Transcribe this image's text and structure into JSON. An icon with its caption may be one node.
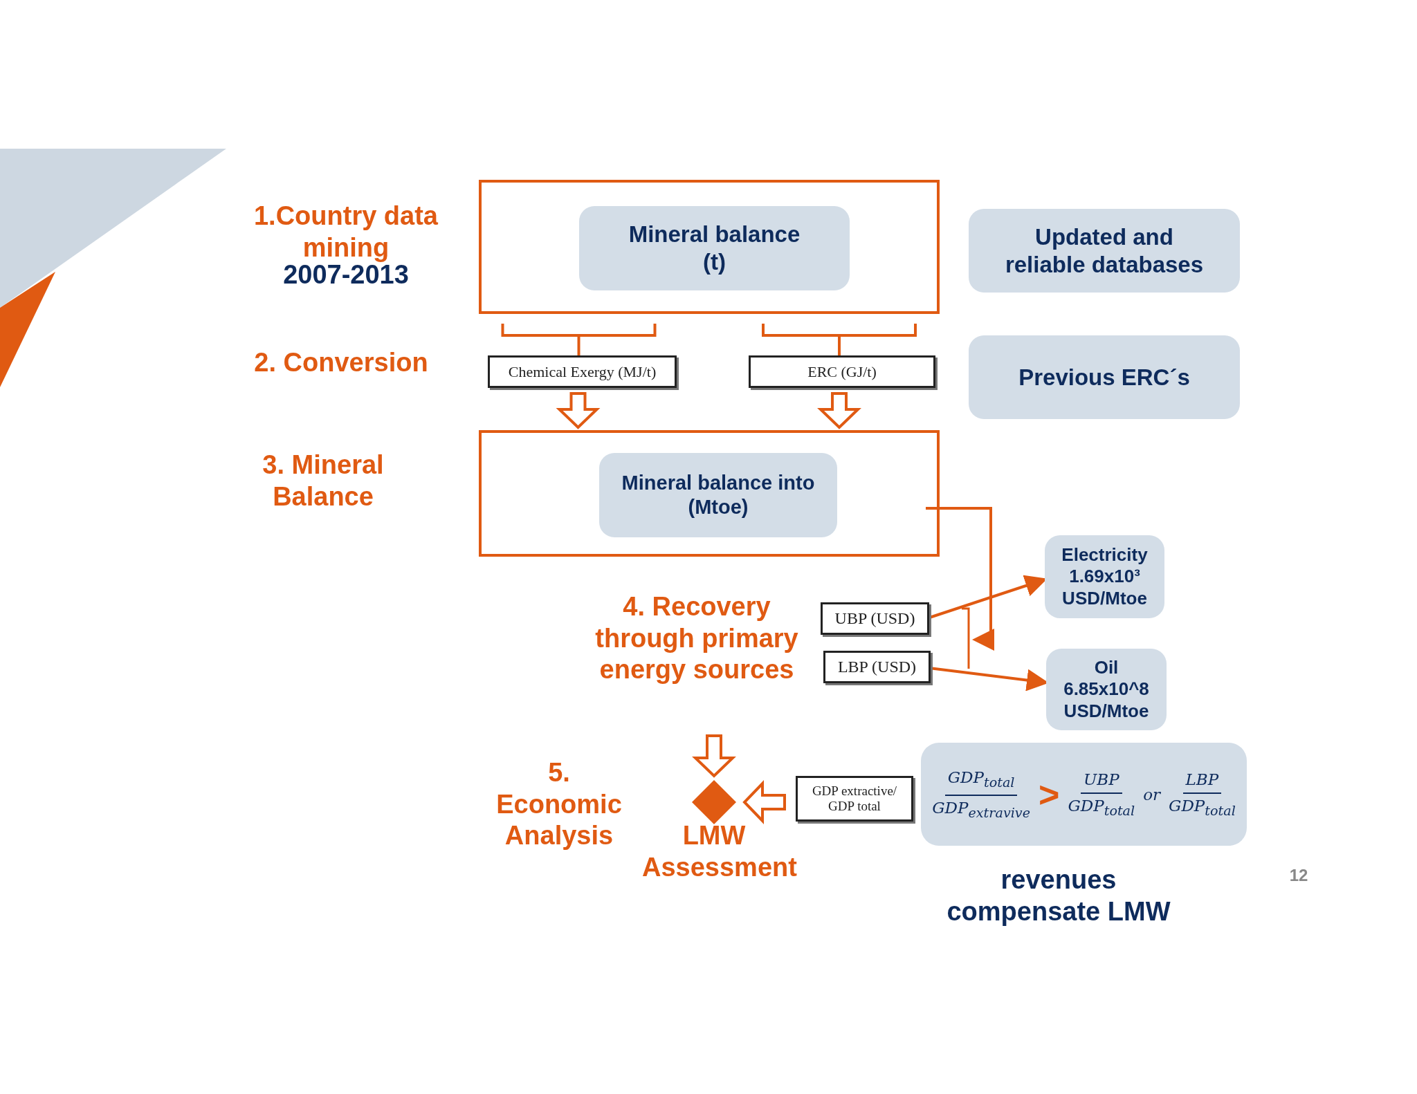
{
  "diagram": {
    "nodes": [
      {
        "text": [],
        "shape": "box"
      },
      {
        "text": [
          "Mineral balance (t)"
        ],
        "in": 0
      },
      {
        "text": [
          "Chemical Exergy (MJ/t)"
        ]
      },
      {
        "text": [
          "ERC (GJ/t)"
        ]
      },
      {
        "text": [],
        "shape": "box"
      },
      {
        "text": [
          "Mineral balance into (Mtoe)"
        ],
        "in": 4
      },
      {
        "text": [
          "Updated and reliable databases"
        ]
      },
      {
        "text": [
          "Previous ERC´s"
        ]
      },
      {
        "text": [
          "UBP (USD)"
        ]
      },
      {
        "text": [
          "LBP (USD)"
        ]
      },
      {
        "text": [
          "Electricity 1.69x10³ USD/Mtoe"
        ]
      },
      {
        "text": [
          "Oil 6.85x10^8 USD/Mtoe"
        ]
      },
      {
        "text": [],
        "shape": "diamond",
        "beside": [
          "LMW Assessment"
        ]
      },
      {
        "text": [
          "GDP extractive/ GDP total"
        ]
      },
      {
        "text": [
          "GDP$_{total}$",
          "GDP$_{extravive}$",
          ">",
          "UBP",
          "GDP$_{total}$",
          "or",
          "LBP",
          "GDP$_{total}$"
        ]
      }
    ],
    "edges": [
      {
        "from": 0,
        "to": 2,
        "arrow": "none"
      },
      {
        "from": 0,
        "to": 3,
        "arrow": "none"
      },
      {
        "from": 2,
        "to": 4,
        "arrow": "to"
      },
      {
        "from": 3,
        "to": 4,
        "arrow": "to"
      },
      {
        "from": 4,
        "to": 8,
        "arrow": "to"
      },
      {
        "from": 4,
        "to": 9,
        "arrow": "to"
      },
      {
        "from": 8,
        "to": 10,
        "arrow": "to"
      },
      {
        "from": 9,
        "to": 11,
        "arrow": "to"
      },
      {
        "from": null,
        "to": 12,
        "arrow": "to"
      },
      {
        "from": 13,
        "to": 12,
        "arrow": "to"
      }
    ],
    "labels": [
      "1.Country data mining",
      "2007-2013",
      "2. Conversion",
      "3. Mineral Balance",
      "4. Recovery through primary energy sources",
      "5. Economic Analysis",
      "revenues compensate LMW",
      "12"
    ]
  }
}
